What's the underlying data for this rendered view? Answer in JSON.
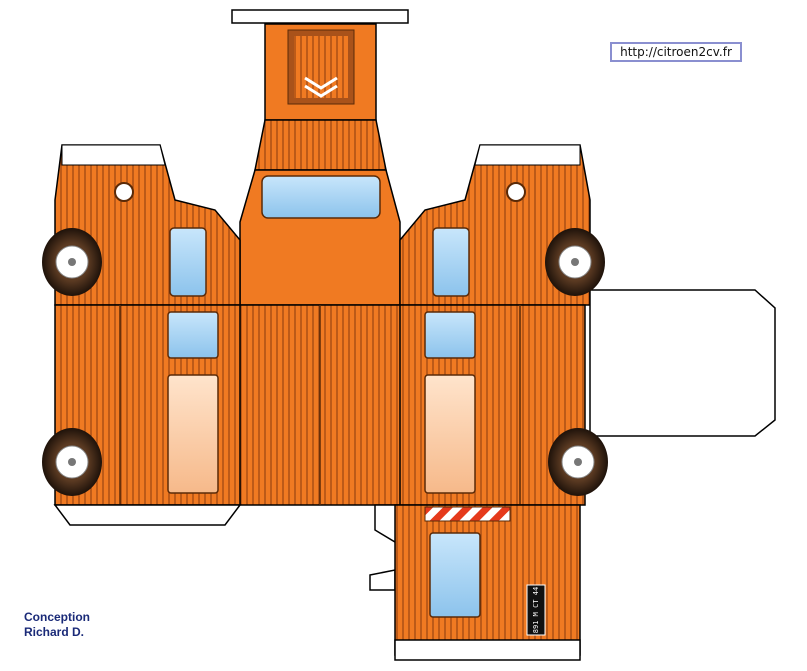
{
  "website": {
    "url": "http://citroen2cv.fr"
  },
  "credit": {
    "line1": "Conception",
    "line2": "Richard D."
  },
  "plate": {
    "text": "891 M CT 44"
  },
  "colors": {
    "body": "#f07a22",
    "body_dark": "#c8591a",
    "line": "#8a3b0b",
    "glass": "#a9d5f3",
    "panel": "#ffd9b8",
    "tire": "#2a1a12",
    "hazard_red": "#e53a1c",
    "outline": "#000000"
  },
  "icons": [
    "citroen-chevron-icon",
    "wheel-icon",
    "headlight-icon",
    "warning-stripes-icon"
  ]
}
